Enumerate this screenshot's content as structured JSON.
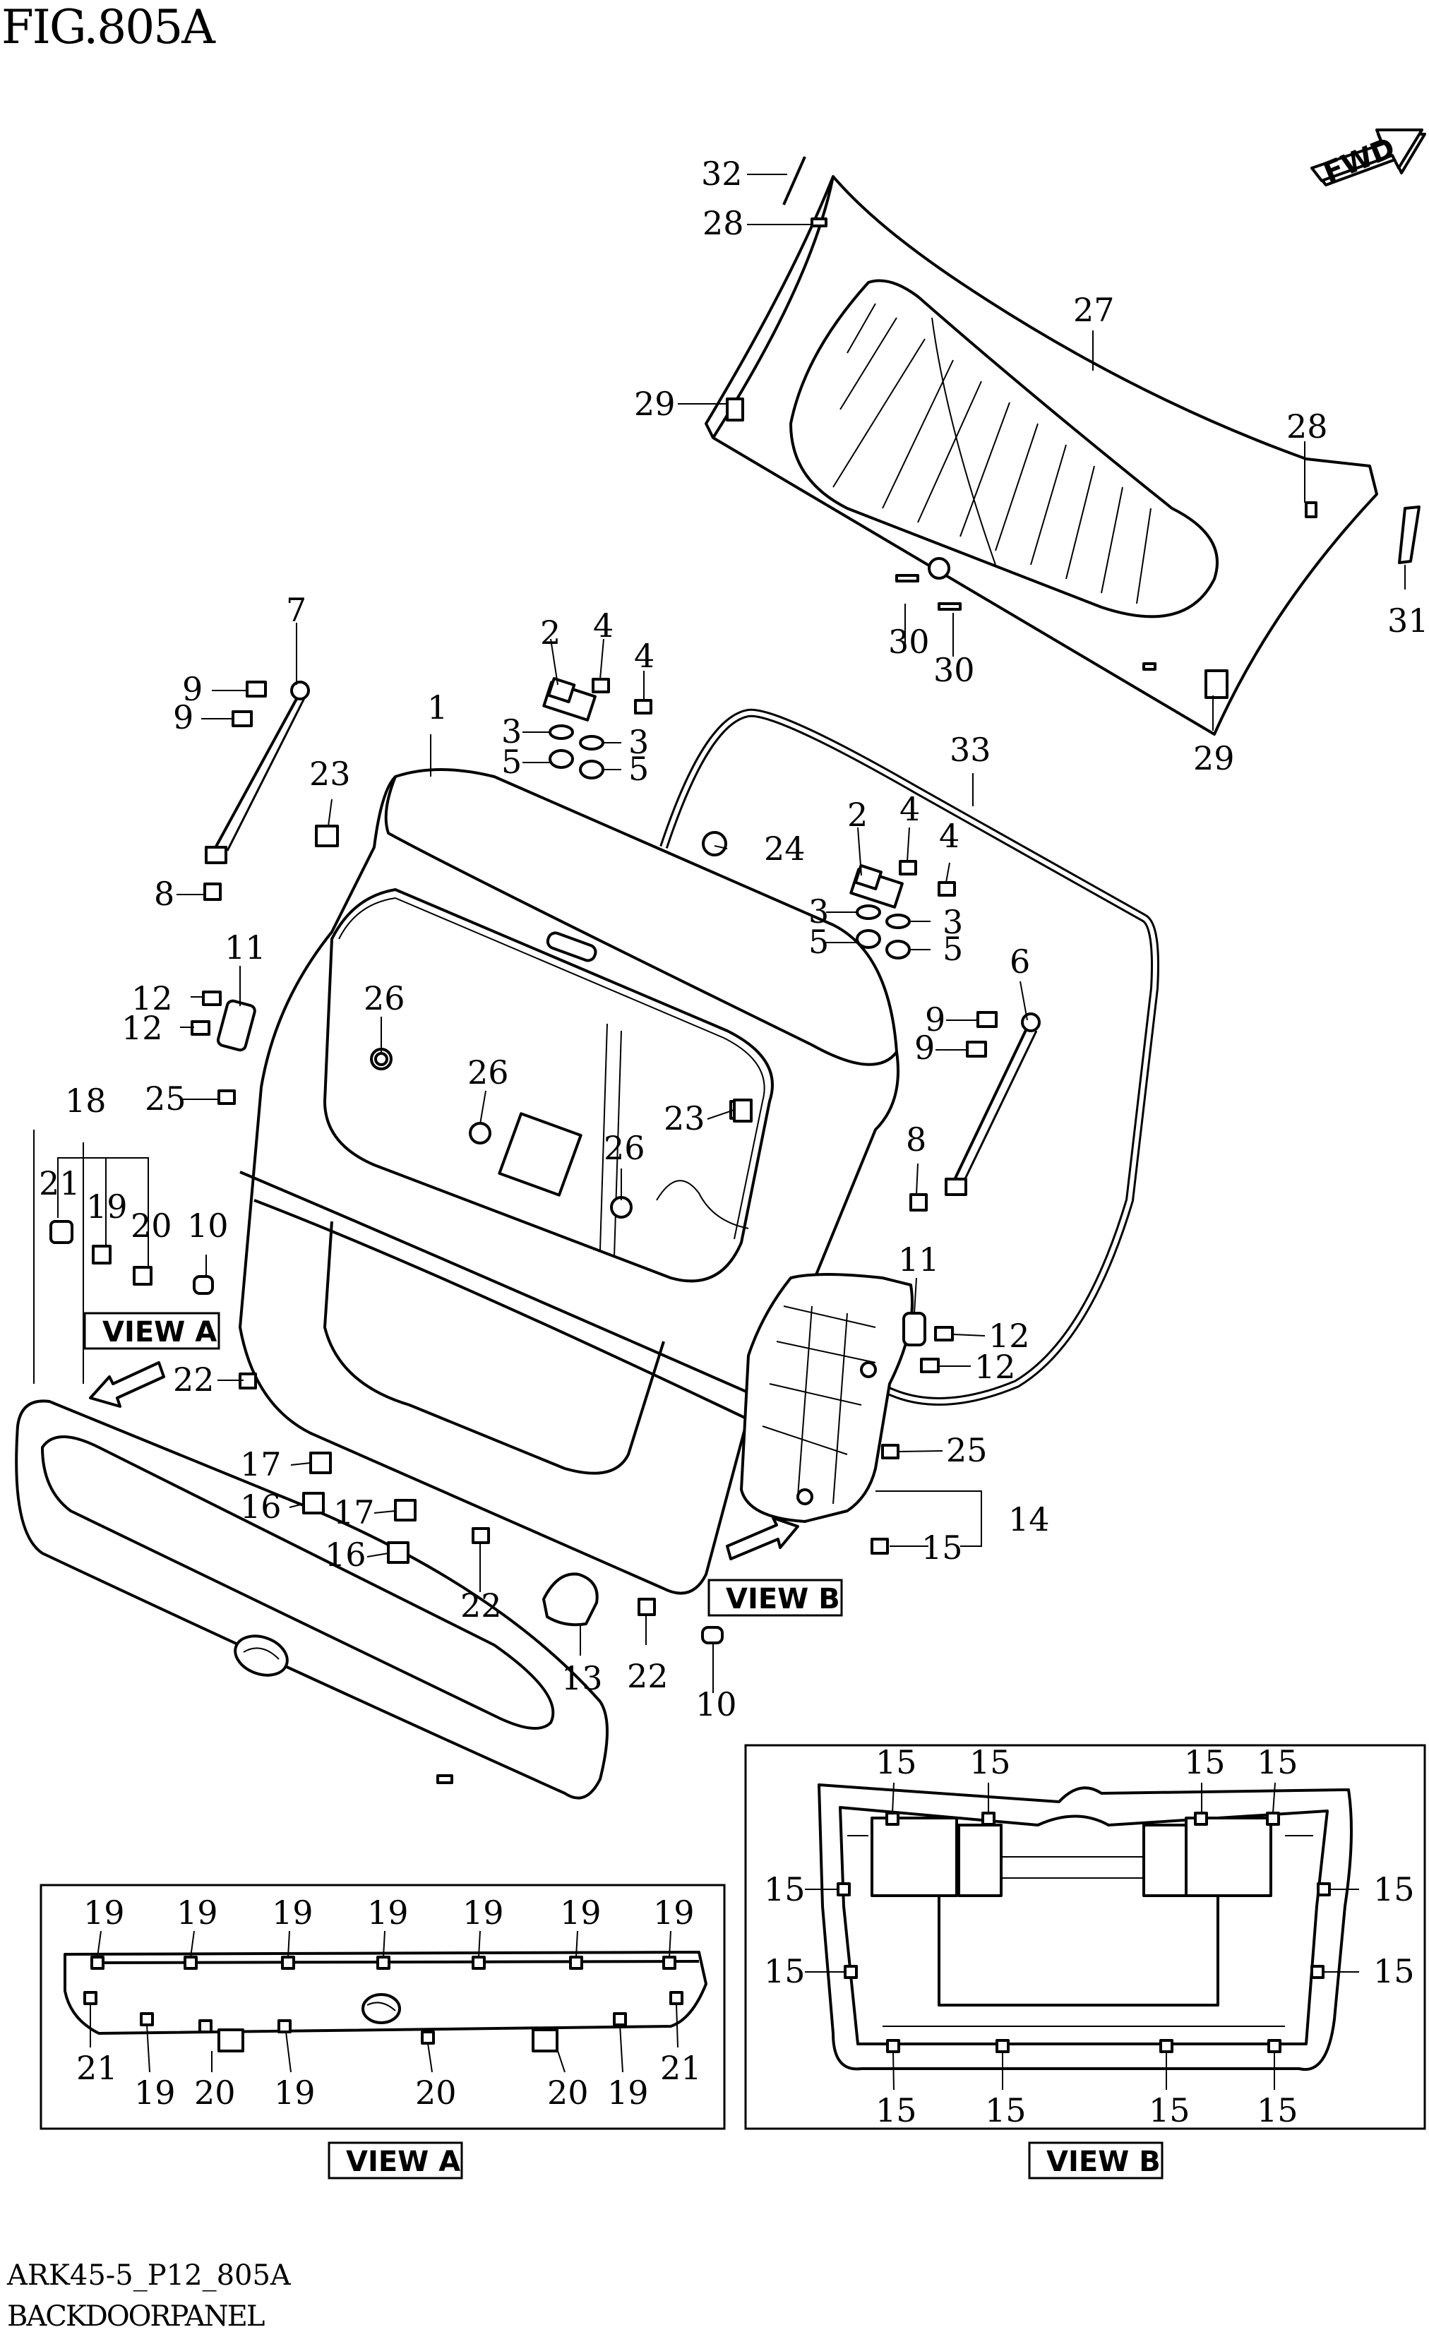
{
  "figure": {
    "title": "FIG.805A",
    "code": "ARK45-5_P12_805A",
    "name": "BACKDOORPANEL"
  },
  "fwd_label": "FWD",
  "view_labels": {
    "view_a": "VIEW A",
    "view_b": "VIEW B"
  },
  "callouts": [
    "1",
    "2",
    "3",
    "4",
    "5",
    "6",
    "7",
    "8",
    "9",
    "10",
    "11",
    "12",
    "13",
    "14",
    "15",
    "16",
    "17",
    "18",
    "19",
    "20",
    "21",
    "22",
    "23",
    "24",
    "25",
    "26",
    "27",
    "28",
    "29",
    "30",
    "31",
    "32",
    "33"
  ]
}
